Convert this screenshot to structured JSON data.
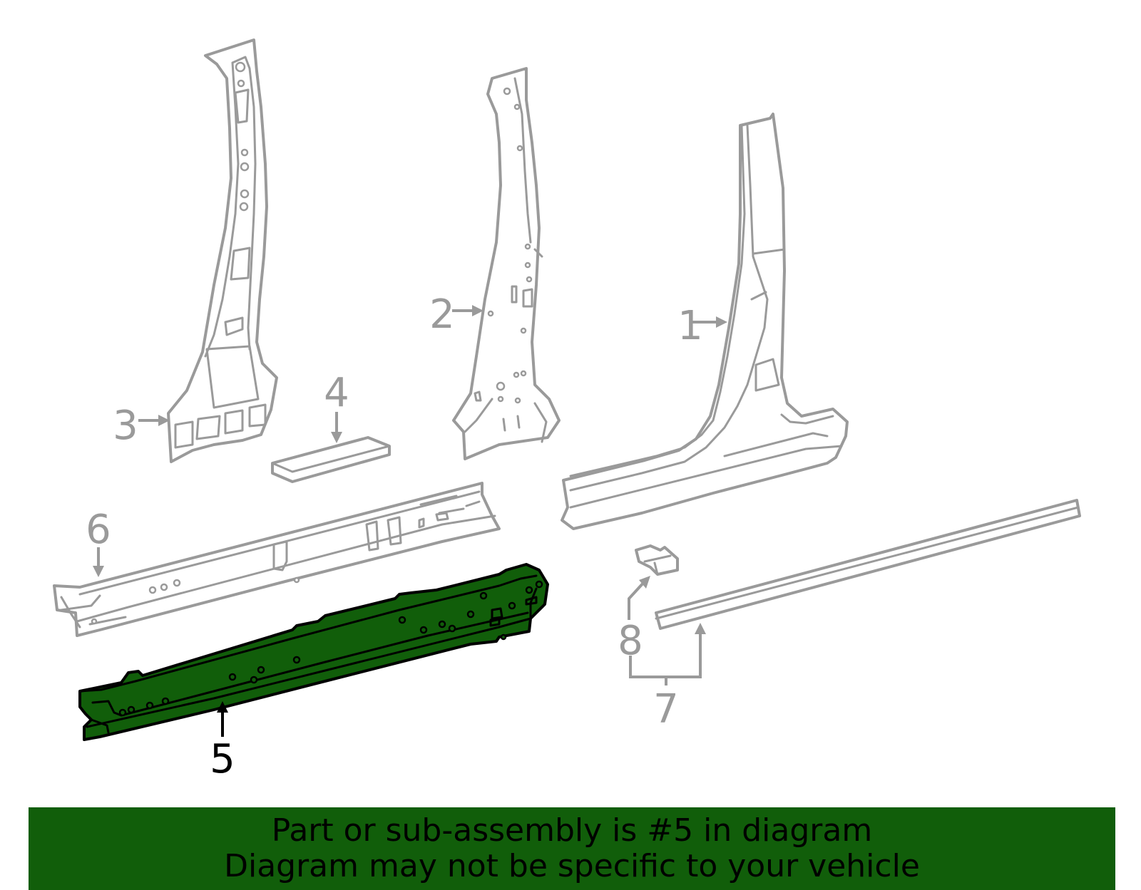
{
  "diagram": {
    "callouts": [
      {
        "id": "1",
        "label": "1",
        "highlighted": false
      },
      {
        "id": "2",
        "label": "2",
        "highlighted": false
      },
      {
        "id": "3",
        "label": "3",
        "highlighted": false
      },
      {
        "id": "4",
        "label": "4",
        "highlighted": false
      },
      {
        "id": "5",
        "label": "5",
        "highlighted": true
      },
      {
        "id": "6",
        "label": "6",
        "highlighted": false
      },
      {
        "id": "7",
        "label": "7",
        "highlighted": false
      },
      {
        "id": "8",
        "label": "8",
        "highlighted": false
      }
    ],
    "colors": {
      "highlight_fill": "#115e0a",
      "line_gray": "#9a9a9a",
      "highlight_stroke": "#000000",
      "background": "#ffffff"
    }
  },
  "banner": {
    "line1": "Part or sub-assembly is #5 in diagram",
    "line2": "Diagram may not be specific to your vehicle",
    "background": "#115e0a"
  }
}
